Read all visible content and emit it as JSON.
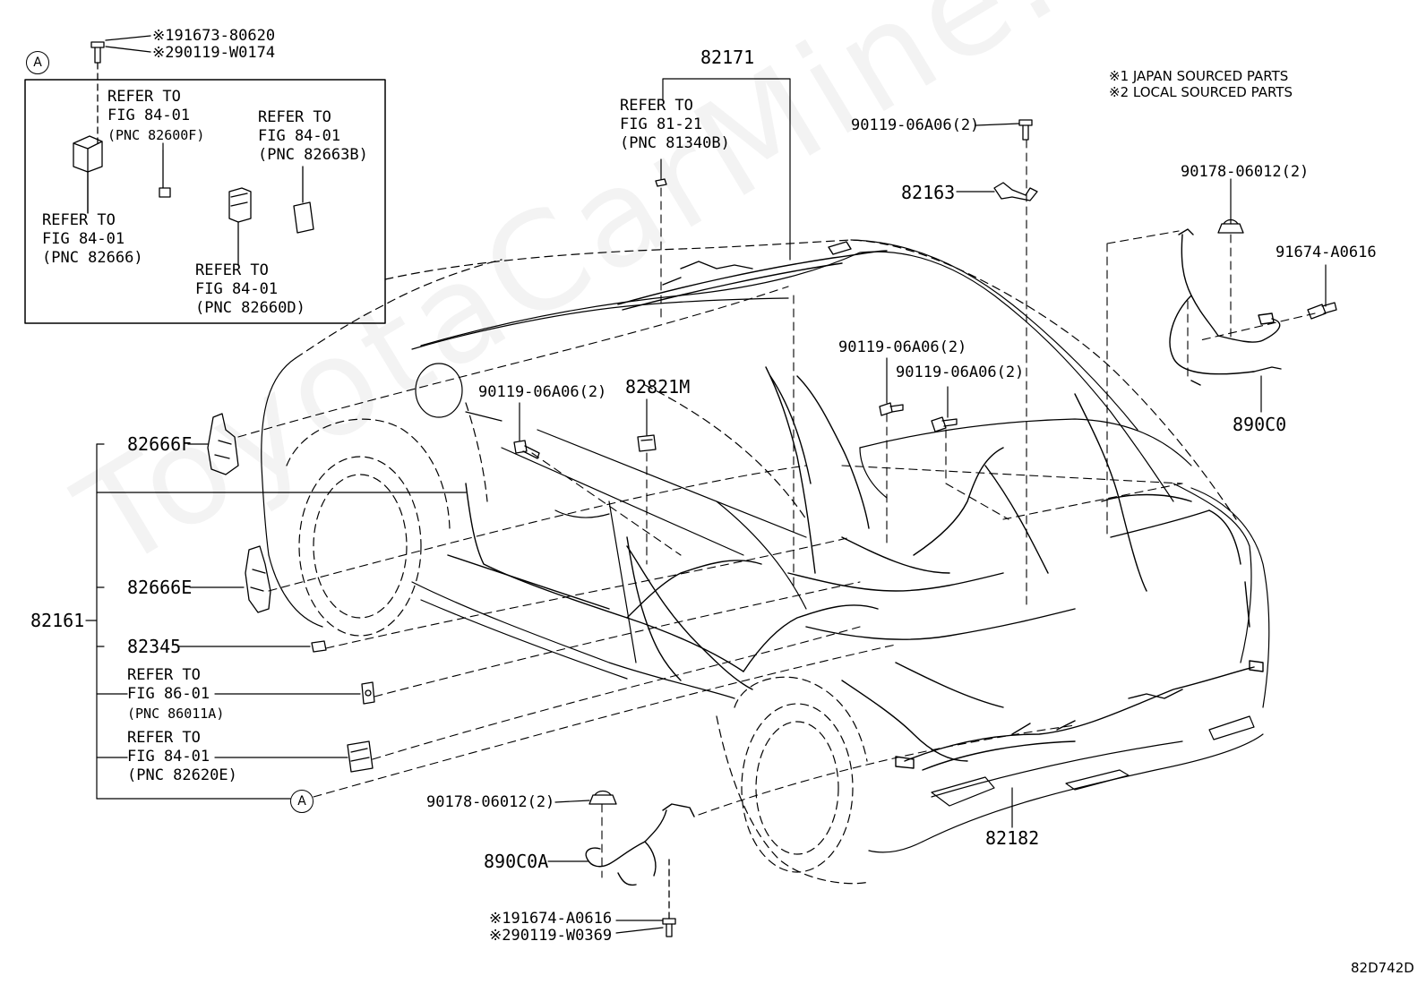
{
  "notes": {
    "line1": "※1 JAPAN SOURCED PARTS",
    "line2": "※2 LOCAL SOURCED PARTS"
  },
  "inset": {
    "marker": "A",
    "ref1": [
      "REFER TO",
      "FIG 84-01",
      "(PNC 82600F)"
    ],
    "ref2": [
      "REFER TO",
      "FIG 84-01",
      "(PNC 82663B)"
    ],
    "ref3": [
      "REFER TO",
      "FIG 84-01",
      "(PNC 82666)"
    ],
    "ref4": [
      "REFER TO",
      "FIG 84-01",
      "(PNC 82660D)"
    ]
  },
  "parts": {
    "top_bolt_1": "※191673-80620",
    "top_bolt_2": "※290119-W0174",
    "p82171": "82171",
    "ref_81_21": [
      "REFER TO",
      "FIG 81-21",
      "(PNC 81340B)"
    ],
    "bolt_90119_a": "90119-06A06(2)",
    "p82163": "82163",
    "nut_90178_a": "90178-06012(2)",
    "bolt_91674": "91674-A0616",
    "p890C0": "890C0",
    "bolt_90119_b": "90119-06A06(2)",
    "bolt_90119_c": "90119-06A06(2)",
    "bolt_90119_d": "90119-06A06(2)",
    "p82821M": "82821M",
    "p82666F": "82666F",
    "p82666E": "82666E",
    "p82161": "82161",
    "p82345": "82345",
    "ref_86_01": [
      "REFER TO",
      "FIG 86-01",
      "(PNC 86011A)"
    ],
    "ref_84_01": [
      "REFER TO",
      "FIG 84-01",
      "(PNC 82620E)"
    ],
    "marker_a": "A",
    "nut_90178_b": "90178-06012(2)",
    "p890C0A": "890C0A",
    "bottom_bolt_1": "※191674-A0616",
    "bottom_bolt_2": "※290119-W0369",
    "p82182": "82182",
    "fig_code": "82D742D"
  },
  "watermark": "ToyotaCarMine.ru"
}
